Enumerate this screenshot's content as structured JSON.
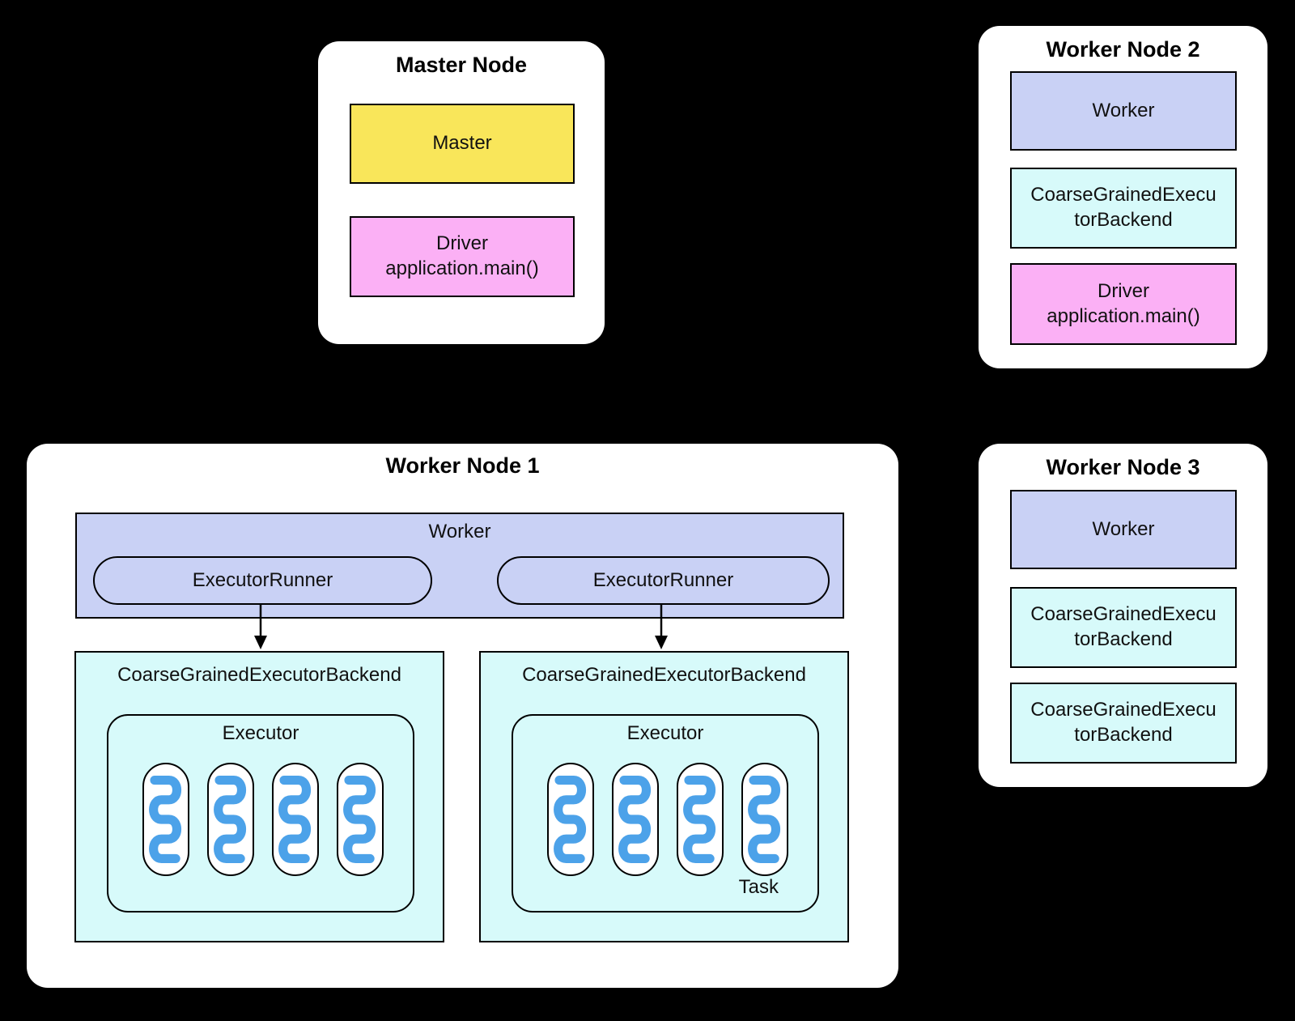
{
  "colors": {
    "background": "#000000",
    "node_fill": "#ffffff",
    "master_fill": "#f9e65a",
    "driver_fill": "#fbb0f5",
    "worker_fill": "#c9d1f5",
    "backend_fill": "#d7fafa",
    "task_squiggle": "#4ca2e9",
    "border": "#000000"
  },
  "master_node": {
    "title": "Master Node",
    "master_label": "Master",
    "driver_label": "Driver\napplication.main()"
  },
  "worker_node_1": {
    "title": "Worker Node 1",
    "worker_label": "Worker",
    "runners": [
      "ExecutorRunner",
      "ExecutorRunner"
    ],
    "backends": [
      {
        "title": "CoarseGrainedExecutorBackend",
        "executor_label": "Executor"
      },
      {
        "title": "CoarseGrainedExecutorBackend",
        "executor_label": "Executor",
        "task_label": "Task"
      }
    ]
  },
  "worker_node_2": {
    "title": "Worker Node 2",
    "worker_label": "Worker",
    "backend_label": "CoarseGrainedExecu\ntorBackend",
    "driver_label": "Driver\napplication.main()"
  },
  "worker_node_3": {
    "title": "Worker Node 3",
    "worker_label": "Worker",
    "backend_labels": [
      "CoarseGrainedExecu\ntorBackend",
      "CoarseGrainedExecu\ntorBackend"
    ]
  }
}
